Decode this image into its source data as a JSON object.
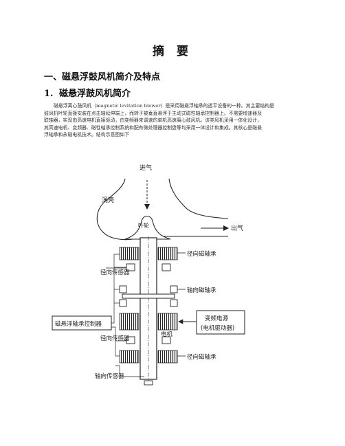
{
  "document": {
    "title": "摘 要",
    "section_heading": "一、磁悬浮鼓风机简介及特点",
    "subsection_number": "1.",
    "subsection_title": "磁悬浮鼓风机简介",
    "paragraph_lines": [
      "磁悬浮离心鼓风机（magnetic levitation blower）是采用磁悬浮轴承的透平设备的一种。其主要结构是",
      "鼓风机叶轮直接安装在点击轴延伸端上，而转子被垂直悬浮于主动式磁性轴承控制器上。不需要增速器及",
      "联轴器，实现由高速电机直接驱动，由变频器来调速的单机高速离心鼓风机。该类风机采用一体化设计，",
      "其高速电机、变频器、磁性轴承控制系统和配有微处理器控制盘等均采用一体设计和集成。其核心是磁悬",
      "浮轴承和永磁电机技术。结构示意图如下"
    ]
  },
  "diagram": {
    "labels": {
      "intake": "进气",
      "volute": "涡壳",
      "impeller": "叶轮",
      "outlet": "出气",
      "radial_bearing_top": "径向磁轴承",
      "radial_sensor_top": "径向传感器",
      "axial_bearing": "轴向磁轴承",
      "bearing_controller": "磁悬浮轴承控制器",
      "vfd_line1": "变频电源",
      "vfd_line2": "(电机驱动器)",
      "motor": "电机",
      "radial_sensor_bottom": "径向传感器",
      "radial_bearing_bottom": "径向磁轴承",
      "axial_sensor": "轴向传感器"
    }
  }
}
